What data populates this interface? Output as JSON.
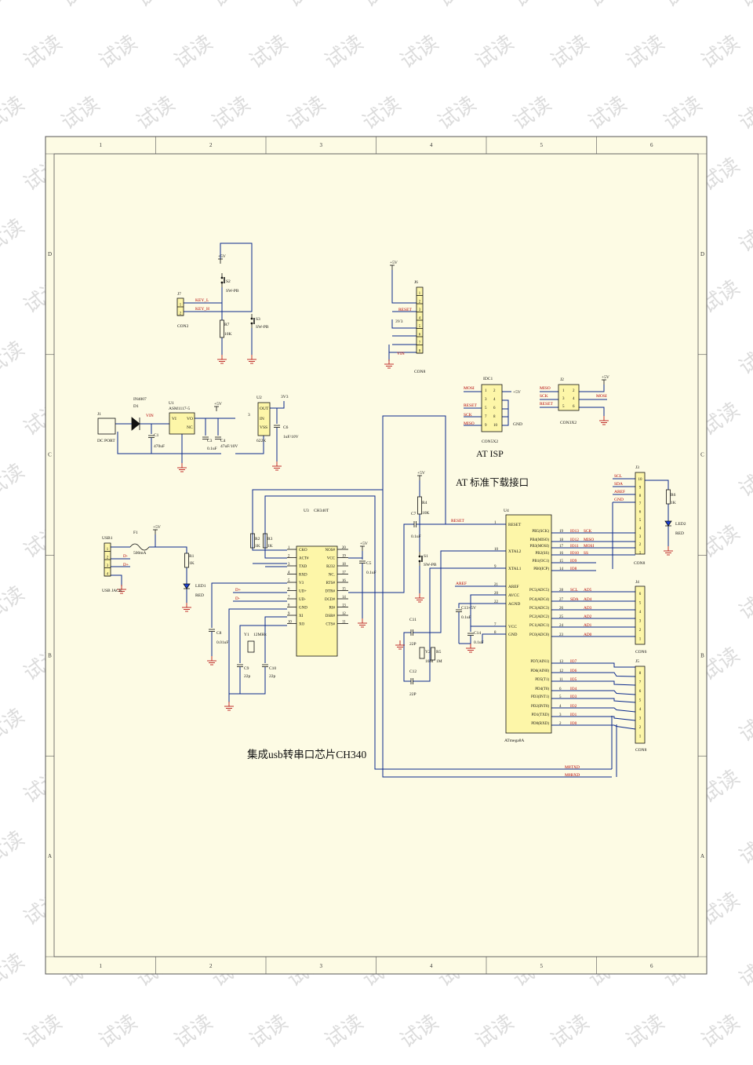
{
  "frame": {
    "col_labels": [
      "1",
      "2",
      "3",
      "4",
      "5",
      "6"
    ],
    "row_labels": [
      "D",
      "C",
      "B",
      "A"
    ],
    "colors": {
      "paper": "#fdfbe4",
      "border": "#555555",
      "wire": "#0b2a8c",
      "net_label": "#b20000",
      "part": "#111111",
      "ground": "#b20000",
      "chip_fill": "#fdf6a8"
    }
  },
  "watermark": {
    "text": "试读",
    "color": "#dcdcdc"
  },
  "titles": {
    "at_isp": "AT ISP",
    "isp_header": "AT  标准下载接口",
    "ch340_title": "集成usb转串口芯片CH340"
  },
  "components": {
    "j7": {
      "ref": "J7",
      "name": "CON2",
      "pins": [
        "1",
        "2"
      ],
      "nets": [
        "KEY_L",
        "KEY_H"
      ]
    },
    "s2": {
      "ref": "S2",
      "name": "SW-PB",
      "supply": "+5V"
    },
    "r7": {
      "ref": "R7",
      "value": "10K"
    },
    "s3": {
      "ref": "S3",
      "name": "SW-PB"
    },
    "j6": {
      "ref": "J6",
      "name": "CON8",
      "supply": "+5V",
      "pins": [
        "1",
        "2",
        "3",
        "4",
        "5",
        "6",
        "7",
        "8"
      ],
      "nets": [
        "RESET",
        "3V3",
        "VIN"
      ]
    },
    "power": {
      "j1": {
        "ref": "J1",
        "name": "DC PORT"
      },
      "d1": {
        "ref": "D1",
        "part": "IN4007"
      },
      "vin": "VIN",
      "c1": {
        "ref": "C1",
        "value": "470uF"
      },
      "u1": {
        "ref": "U1",
        "part": "ASM1117-5",
        "pins": [
          "VI",
          "VO",
          "NC"
        ]
      },
      "c3": {
        "ref": "C3",
        "value": "0.1uF"
      },
      "c4": {
        "ref": "C4",
        "value": "47uF/10V"
      },
      "supply": "+5V",
      "u2": {
        "ref": "U2",
        "part": "622K",
        "pins": [
          "OUT",
          "IN",
          "VSS"
        ],
        "pin3": "3"
      },
      "v3v3": "3V3",
      "c6": {
        "ref": "C6",
        "value": "1uF/10V"
      }
    },
    "idc1": {
      "ref": "IDC1",
      "name": "CON5X2",
      "left_pins": [
        "1",
        "3",
        "5",
        "7",
        "9"
      ],
      "right_pins": [
        "2",
        "4",
        "6",
        "8",
        "10"
      ],
      "nets": [
        "MOSI",
        "RESET",
        "SCK",
        "MISO"
      ],
      "vcc": "+5V",
      "gnd": "GND"
    },
    "j2": {
      "ref": "J2",
      "name": "CON3X2",
      "left_pins": [
        "1",
        "3",
        "5"
      ],
      "right_pins": [
        "2",
        "4",
        "6"
      ],
      "left_nets": [
        "MISO",
        "SCK",
        "RESET"
      ],
      "right_net": "MOSI",
      "vcc": "+5V"
    },
    "usb": {
      "usb1": {
        "ref": "USB1",
        "name": "USB JACK",
        "pins": [
          "1",
          "2",
          "3",
          "4"
        ],
        "nets": [
          "D-",
          "D+"
        ]
      },
      "f1": {
        "ref": "F1",
        "value": "500mA"
      },
      "supply": "+5V",
      "r1": {
        "ref": "R1",
        "value": "1K"
      },
      "led1": {
        "ref": "LED1",
        "color": "RED"
      }
    },
    "ch340": {
      "ref": "U3",
      "part": "CH340T",
      "left_pins": [
        [
          "CKO",
          "1"
        ],
        [
          "ACT#",
          "2"
        ],
        [
          "TXD",
          "3"
        ],
        [
          "RXD",
          "4"
        ],
        [
          "V3",
          "5"
        ],
        [
          "UD+",
          "6"
        ],
        [
          "UD-",
          "7"
        ],
        [
          "GND",
          "8"
        ],
        [
          "XI",
          "9"
        ],
        [
          "XO",
          "10"
        ]
      ],
      "right_pins": [
        [
          "NOS#",
          "20"
        ],
        [
          "VCC",
          "19"
        ],
        [
          "R232",
          "18"
        ],
        [
          "NC.",
          "17"
        ],
        [
          "RTS#",
          "16"
        ],
        [
          "DTR#",
          "15"
        ],
        [
          "DCD#",
          "14"
        ],
        [
          "RI#",
          "13"
        ],
        [
          "DSR#",
          "12"
        ],
        [
          "CTS#",
          "11"
        ]
      ],
      "r2": {
        "ref": "R2",
        "value": "1K"
      },
      "r3": {
        "ref": "R3",
        "value": "1K"
      },
      "nets_left": [
        "D+",
        "D-"
      ],
      "c8": {
        "ref": "C8",
        "value": "0.01uF"
      },
      "y1": {
        "ref": "Y1",
        "value": "12MHz"
      },
      "c9": {
        "ref": "C9",
        "value": "22p"
      },
      "c10": {
        "ref": "C10",
        "value": "22p"
      },
      "supply": "+5V",
      "c5": {
        "ref": "C5",
        "value": "0.1uF"
      }
    },
    "reset_net": {
      "supply": "+5V",
      "r4": {
        "ref": "R4",
        "value": "10K"
      },
      "c7": {
        "ref": "C7",
        "value": "0.1uF"
      },
      "s1": {
        "ref": "S1",
        "name": "SW-PB"
      },
      "net": "RESET"
    },
    "xtal_net": {
      "c11": {
        "ref": "C11",
        "value": "22P"
      },
      "c12": {
        "ref": "C12",
        "value": "22P"
      },
      "y2": {
        "ref": "Y2",
        "value": "16M"
      },
      "r5": {
        "ref": "R5",
        "value": "1M"
      },
      "aref": "AREF",
      "c13": {
        "ref": "C13",
        "value": "0.1uF",
        "label": "+5V"
      },
      "c14": {
        "ref": "C14",
        "value": "0.1uF"
      }
    },
    "mcu": {
      "ref": "U4",
      "part": "ATmega8A",
      "left_pins": [
        [
          "RESET",
          "1"
        ],
        [
          "XTAL2",
          "10"
        ],
        [
          "XTAL1",
          "9"
        ],
        [
          "AREF",
          "21"
        ],
        [
          "AVCC",
          "20"
        ],
        [
          "AGND",
          "22"
        ],
        [
          "VCC",
          "7"
        ],
        [
          "GND",
          "8"
        ]
      ],
      "portb": [
        [
          "PB5(SCK)",
          "19",
          "IO13",
          "SCK"
        ],
        [
          "PB4(MISO)",
          "18",
          "IO12",
          "MISO"
        ],
        [
          "PB3(MOSI)",
          "17",
          "IO11",
          "MOSI"
        ],
        [
          "PB2(SS)",
          "16",
          "IO10",
          "SS"
        ],
        [
          "PB1(OC1)",
          "15",
          "IO9",
          ""
        ],
        [
          "PB0(ICP)",
          "14",
          "IO8",
          ""
        ]
      ],
      "portc": [
        [
          "PC5(ADC5)",
          "28",
          "SCL",
          "AD5"
        ],
        [
          "PC4(ADC4)",
          "27",
          "SDA",
          "AD4"
        ],
        [
          "PC3(ADC3)",
          "26",
          "",
          "AD3"
        ],
        [
          "PC2(ADC2)",
          "25",
          "",
          "AD2"
        ],
        [
          "PC1(ADC1)",
          "24",
          "",
          "AD1"
        ],
        [
          "PC0(ADC0)",
          "23",
          "",
          "AD0"
        ]
      ],
      "portd": [
        [
          "PD7(AIN1)",
          "13",
          "IO7"
        ],
        [
          "PD6(AIN0)",
          "12",
          "IO6"
        ],
        [
          "PD5(T1)",
          "11",
          "IO5"
        ],
        [
          "PD4(T0)",
          "6",
          "IO4"
        ],
        [
          "PD3(INT1)",
          "5",
          "IO3"
        ],
        [
          "PD2(INT0)",
          "4",
          "IO2"
        ],
        [
          "PD1(TXD)",
          "3",
          "IO1"
        ],
        [
          "PD0(RXD)",
          "2",
          "IO0"
        ]
      ]
    },
    "j3": {
      "ref": "J3",
      "name": "CON8",
      "nets": [
        "SCL",
        "SDA",
        "AREF",
        "GND"
      ],
      "pins": [
        "10",
        "9",
        "8",
        "7",
        "6",
        "5",
        "4",
        "3",
        "2",
        "1"
      ]
    },
    "r6": {
      "ref": "R6",
      "value": "1K"
    },
    "led2": {
      "ref": "LED2",
      "color": "RED"
    },
    "j4": {
      "ref": "J4",
      "name": "CON6",
      "pins": [
        "6",
        "5",
        "4",
        "3",
        "2",
        "1"
      ]
    },
    "j5": {
      "ref": "J5",
      "name": "CON8",
      "pins": [
        "8",
        "7",
        "6",
        "5",
        "4",
        "3",
        "2",
        "1"
      ]
    },
    "serial": {
      "txd": "M8TXD",
      "rxd": "M8RXD"
    }
  }
}
